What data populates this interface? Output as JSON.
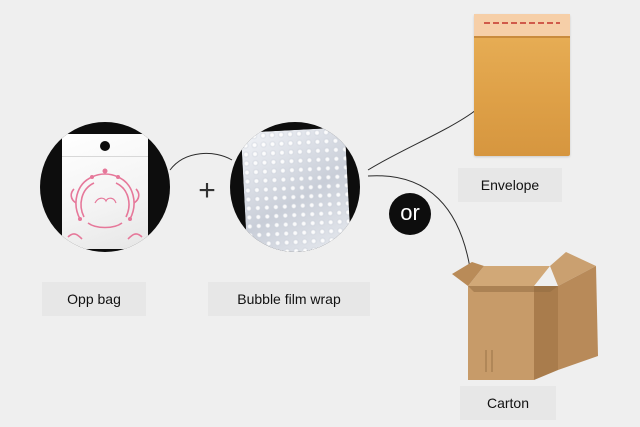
{
  "items": {
    "opp_bag": "Opp bag",
    "bubble_film_wrap": "Bubble film wrap",
    "envelope": "Envelope",
    "carton": "Carton"
  },
  "symbols": {
    "plus": "+",
    "or": "or"
  },
  "colors": {
    "background": "#efefef",
    "circle": "#0d0d0d",
    "envelope": "#e0a44a",
    "carton": "#c69a6a",
    "opp_print": "#e6789a"
  }
}
